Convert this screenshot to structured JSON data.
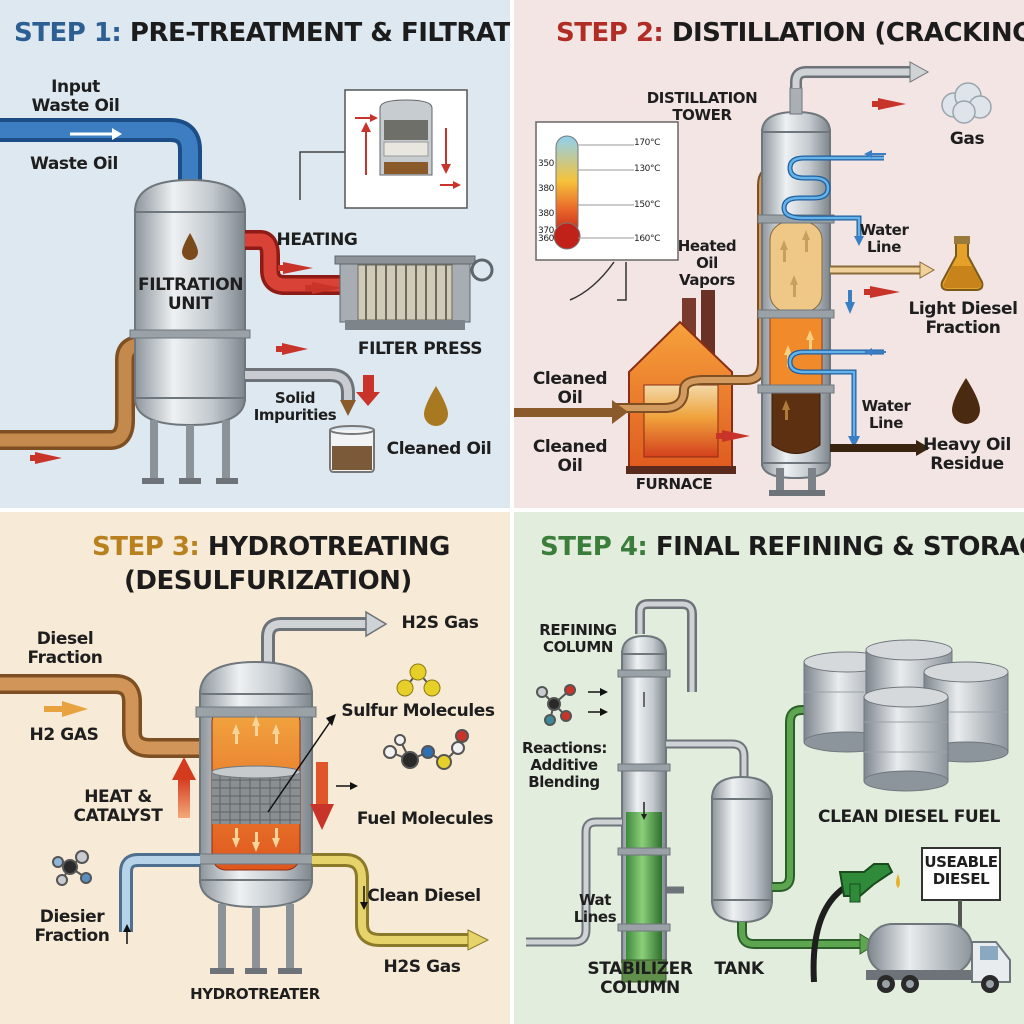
{
  "step1": {
    "title_num": "STEP 1:",
    "title_text": "PRE-TREATMENT & FILTRATION",
    "input_waste_oil": "Input\nWaste Oil",
    "waste_oil": "Waste Oil",
    "filtration_unit": "FILTRATION\nUNIT",
    "heating": "HEATING",
    "filter_press": "FILTER PRESS",
    "solid_impurities": "Solid\nImpurities",
    "cleaned_oil": "Cleaned Oil"
  },
  "step2": {
    "title_num": "STEP 2:",
    "title_text": "DISTILLATION (CRACKING)",
    "distillation_tower": "DISTILLATION\nTOWER",
    "gas": "Gas",
    "water_line_top": "Water\nLine",
    "heated_oil_vapors": "Heated\nOil\nVapors",
    "light_diesel_fraction": "Light Diesel\nFraction",
    "cleaned_oil_a": "Cleaned\nOil",
    "cleaned_oil_b": "Cleaned\nOil",
    "water_line_bottom": "Water\nLine",
    "heavy_oil_residue": "Heavy Oil\nResidue",
    "furnace": "FURNACE",
    "thermo_left": [
      "350",
      "380",
      "380",
      "360",
      "370"
    ],
    "thermo_right": [
      "170°C",
      "130°C",
      "150°C",
      "160°C"
    ]
  },
  "step3": {
    "title_num": "STEP 3:",
    "title_text": "HYDROTREATING",
    "title_line2": "(DESULFURIZATION)",
    "diesel_fraction": "Diesel\nFraction",
    "h2_gas": "H2 GAS",
    "h2s_gas_top": "H2S Gas",
    "sulfur_molecules": "Sulfur Molecules",
    "fuel_molecules": "Fuel Molecules",
    "heat_catalyst": "HEAT &\nCATALYST",
    "clean_diesel": "Clean Diesel",
    "diesier_fraction": "Diesier\nFraction",
    "h2s_gas_bottom": "H2S Gas",
    "hydrotreater": "HYDROTREATER"
  },
  "step4": {
    "title_num": "STEP 4:",
    "title_text": "FINAL REFINING & STORAGE",
    "refining_column": "REFINING\nCOLUMN",
    "reactions": "Reactions:\nAdditive\nBlending",
    "clean_diesel_fuel": "CLEAN DIESEL FUEL",
    "useable_diesel": "USEABLE\nDIESEL",
    "wat_lines": "Wat\nLines",
    "stabilizer_column": "STABILIZER\nCOLUMN",
    "tank": "TANK"
  },
  "colors": {
    "step1": "#2d5f93",
    "step2": "#b22c26",
    "step3": "#b8801f",
    "step4": "#3b7d3a"
  }
}
